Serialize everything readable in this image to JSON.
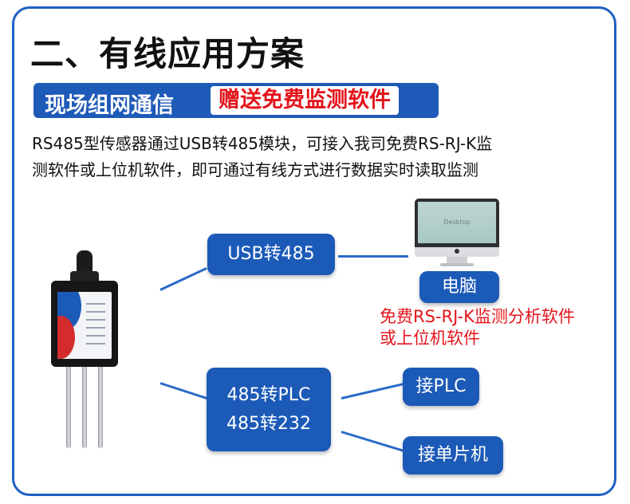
{
  "title": "二、有线应用方案",
  "banner": {
    "left": "现场组网通信",
    "right": "赠送免费监测软件"
  },
  "description": {
    "line1": "RS485型传感器通过USB转485模块，可接入我司免费RS-RJ-K监",
    "line2": "测软件或上位机软件，即可通过有线方式进行数据实时读取监测"
  },
  "boxes": {
    "usb485": "USB转485",
    "computer": "电脑",
    "plc_line1": "485转PLC",
    "plc_line2": "485转232",
    "connect_plc": "接PLC",
    "connect_mcu": "接单片机"
  },
  "monitor_screen": "Desktop",
  "red_note": {
    "line1": "免费RS-RJ-K监测分析软件",
    "line2": "或上位机软件"
  },
  "colors": {
    "accent_blue": "#1c5ab8",
    "highlight_red": "#e3141b"
  }
}
